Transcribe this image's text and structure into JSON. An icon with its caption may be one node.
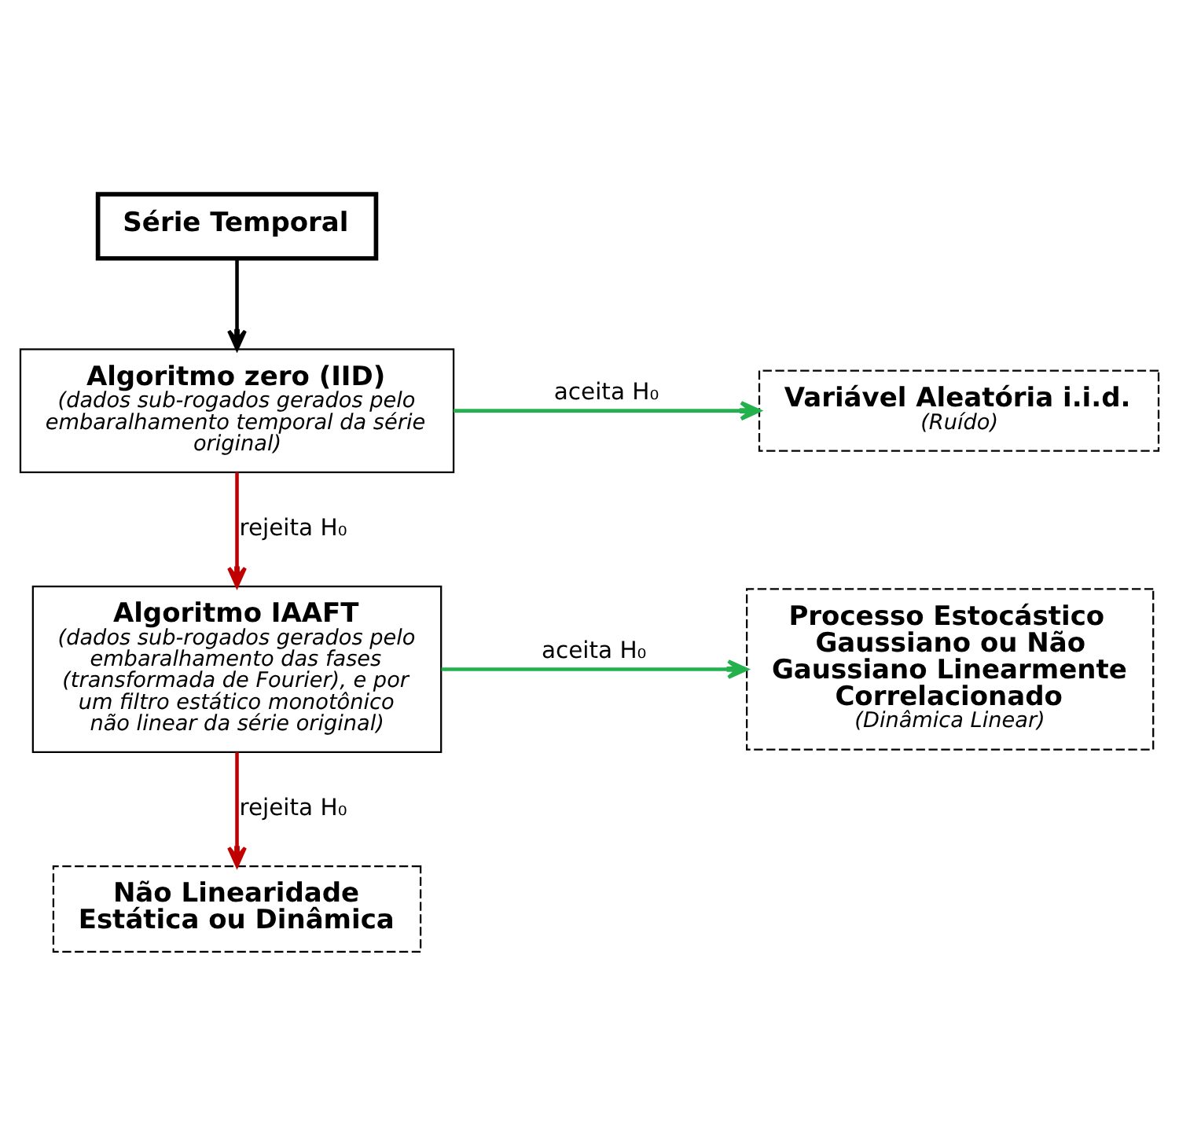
{
  "diagram": {
    "nodes": [
      {
        "text": [
          "Série Temporal"
        ]
      },
      {
        "text": [
          "Algoritmo zero (IID)",
          "(dados sub-rogados gerados pelo embaralhamento temporal da série original)"
        ]
      },
      {
        "text": [
          "Variável Aleatória i.i.d.",
          "(Ruído)"
        ]
      },
      {
        "text": [
          "Algoritmo IAAFT",
          "(dados sub-rogados gerados pelo embaralhamento das fases (transformada de Fourier), e por um filtro estático monotônico não linear da série original)"
        ]
      },
      {
        "text": [
          "Processo Estocástico Gaussiano ou Não Gaussiano Linearmente Correlacionado",
          "(Dinâmica Linear)"
        ]
      },
      {
        "text": [
          "Não Linearidade Estática ou Dinâmica"
        ]
      }
    ],
    "edges": [
      {
        "from": 0,
        "to": 1,
        "arrow": "to",
        "color": "#000000"
      },
      {
        "from": 1,
        "to": 2,
        "arrow": "to",
        "label": "aceita H₀",
        "color": "#22b14c"
      },
      {
        "from": 1,
        "to": 3,
        "arrow": "to",
        "label": "rejeita H₀",
        "color": "#c00000"
      },
      {
        "from": 3,
        "to": 4,
        "arrow": "to",
        "label": "aceita H₀",
        "color": "#22b14c"
      },
      {
        "from": 3,
        "to": 5,
        "arrow": "to",
        "label": "rejeita H₀",
        "color": "#c00000"
      }
    ]
  }
}
